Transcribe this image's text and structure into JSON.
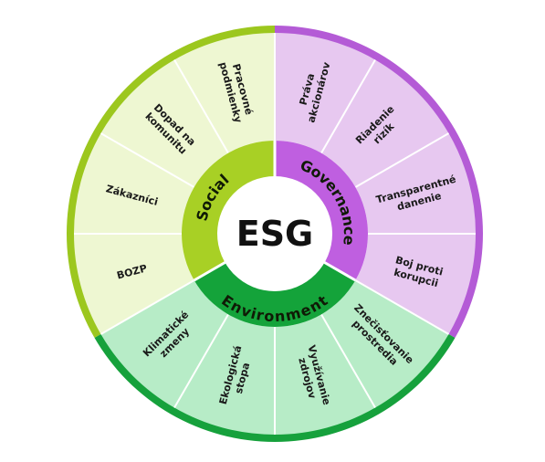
{
  "center_label": "ESG",
  "colors": {
    "social_dark": "#a8d025",
    "social_light": "#eef7d2",
    "social_outer": "#9cc71e",
    "governance_dark": "#bf5fe0",
    "governance_light": "#e7c8f0",
    "governance_outer": "#b45bd6",
    "environment_dark": "#14a33a",
    "environment_light": "#b7ecc7",
    "environment_outer": "#16a13c",
    "divider": "#ffffff"
  },
  "sectors": [
    {
      "name": "Social",
      "lines": [
        "Social"
      ]
    },
    {
      "name": "Governance",
      "lines": [
        "Governance"
      ]
    },
    {
      "name": "Environment",
      "lines": [
        "Environment"
      ]
    }
  ],
  "segments": {
    "governance": [
      {
        "lines": [
          "Práva",
          "akcionárov"
        ]
      },
      {
        "lines": [
          "Riadenie",
          "rizík"
        ]
      },
      {
        "lines": [
          "Transparentné",
          "danenie"
        ]
      },
      {
        "lines": [
          "Boj proti",
          "korupcii"
        ]
      }
    ],
    "environment": [
      {
        "lines": [
          "Znečisťovanie",
          "prostredia"
        ]
      },
      {
        "lines": [
          "Využívanie",
          "zdrojov"
        ]
      },
      {
        "lines": [
          "Ekologická",
          "stopa"
        ]
      },
      {
        "lines": [
          "Klimatické",
          "zmeny"
        ]
      }
    ],
    "social": [
      {
        "lines": [
          "BOZP"
        ]
      },
      {
        "lines": [
          "Zákazníci"
        ]
      },
      {
        "lines": [
          "Dopad na",
          "komunitu"
        ]
      },
      {
        "lines": [
          "Pracovné",
          "podmienky"
        ]
      }
    ]
  }
}
